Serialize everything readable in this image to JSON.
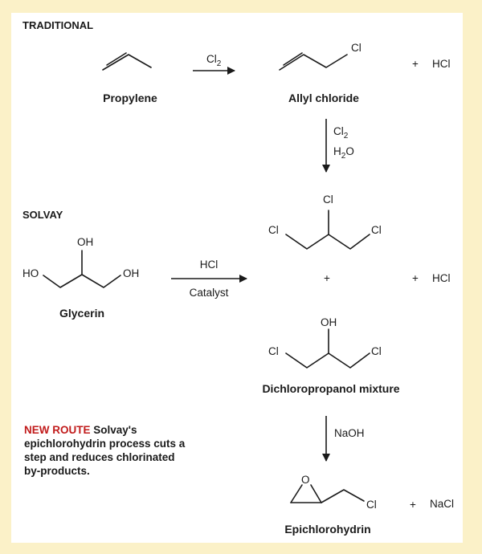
{
  "sections": {
    "traditional": "TRADITIONAL",
    "solvay": "SOLVAY"
  },
  "molecules": {
    "propylene": "Propylene",
    "allyl_chloride": "Allyl chloride",
    "glycerin": "Glycerin",
    "dichloropropanol": "Dichloropropanol mixture",
    "epichlorohydrin": "Epichlorohydrin"
  },
  "reagents": {
    "step1": {
      "base": "Cl",
      "sub": "2"
    },
    "step2_line1": {
      "base": "Cl",
      "sub": "2"
    },
    "step2_line2": {
      "pre": "H",
      "sub": "2",
      "post": "O"
    },
    "solvay_top": "HCl",
    "solvay_bottom": "Catalyst",
    "step3": "NaOH"
  },
  "atoms": {
    "cl": "Cl",
    "oh": "OH",
    "ho": "HO",
    "o": "O"
  },
  "byproducts": {
    "hcl": "HCl",
    "nacl": "NaCl",
    "plus": "+"
  },
  "caption": {
    "highlight": "NEW ROUTE",
    "text": " Solvay's epichlorohydrin process cuts a step and reduces chlorinated by-products."
  },
  "colors": {
    "frame": "#fbf1c8",
    "panel": "#ffffff",
    "highlight": "#c11b1b"
  }
}
